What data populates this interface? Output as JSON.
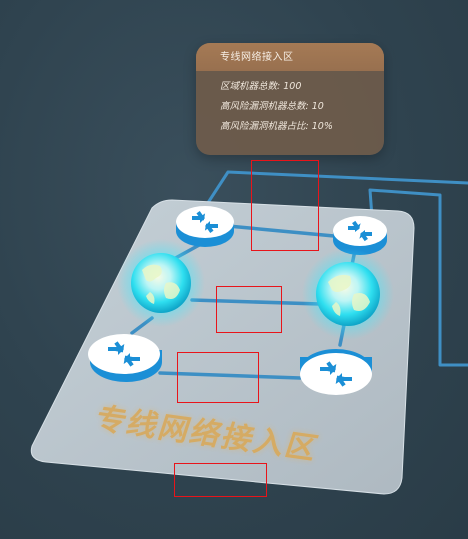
{
  "info_card": {
    "title": "专线网络接入区",
    "stats": [
      {
        "label": "区域机器总数:",
        "value": "100"
      },
      {
        "label": "高风险漏洞机器总数:",
        "value": "10"
      },
      {
        "label": "高风险漏洞机器占比:",
        "value": "10%"
      }
    ]
  },
  "zone_floor_label": "专线网络接入区",
  "nodes": [
    {
      "kind": "router-icon"
    },
    {
      "kind": "router-icon"
    },
    {
      "kind": "globe-icon"
    },
    {
      "kind": "globe-icon"
    },
    {
      "kind": "router-icon"
    },
    {
      "kind": "router-icon"
    }
  ],
  "colors": {
    "background": "#2f434f",
    "platform": "#b8c4cc",
    "link": "#3d8fc4",
    "router_top": "#ffffff",
    "router_side": "#1b8fd6",
    "globe_glow": "#3fe9ff",
    "card_header": "#a07653",
    "card_body": "#705c4a",
    "floor_label": "#d9a95a",
    "selection_box": "#e8141a"
  }
}
